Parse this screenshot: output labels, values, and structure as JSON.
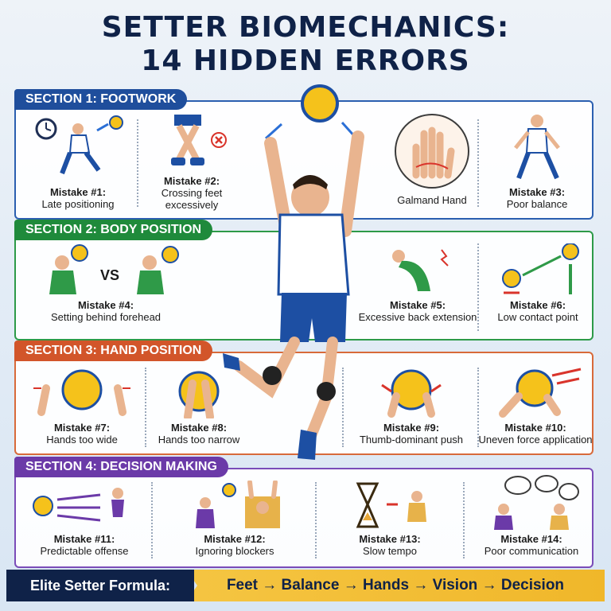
{
  "title": {
    "line1": "SETTER BIOMECHANICS:",
    "line2": "14 HIDDEN ERRORS"
  },
  "sections": [
    {
      "label": "SECTION 1: FOOTWORK",
      "color": "#1f4e9c"
    },
    {
      "label": "SECTION 2: BODY POSITION",
      "color": "#1f8a3b"
    },
    {
      "label": "SECTION 3: HAND POSITION",
      "color": "#d2552a"
    },
    {
      "label": "SECTION 4: DECISION MAKING",
      "color": "#6b3aa8"
    }
  ],
  "mistakes": [
    {
      "title": "Mistake #1:",
      "desc": "Late positioning"
    },
    {
      "title": "Mistake #2:",
      "desc": "Crossing feet excessively"
    },
    {
      "title": "Mistake #3:",
      "desc": "Poor balance"
    },
    {
      "title": "Mistake #4:",
      "desc": "Setting behind forehead"
    },
    {
      "title": "Mistake #5:",
      "desc": "Excessive back extension"
    },
    {
      "title": "Mistake #6:",
      "desc": "Low contact point"
    },
    {
      "title": "Mistake #7:",
      "desc": "Hands too wide"
    },
    {
      "title": "Mistake #8:",
      "desc": "Hands too narrow"
    },
    {
      "title": "Mistake #9:",
      "desc": "Thumb-dominant push"
    },
    {
      "title": "Mistake #10:",
      "desc": "Uneven force application"
    },
    {
      "title": "Mistake #11:",
      "desc": "Predictable offense"
    },
    {
      "title": "Mistake #12:",
      "desc": "Ignoring blockers"
    },
    {
      "title": "Mistake #13:",
      "desc": "Slow tempo"
    },
    {
      "title": "Mistake #14:",
      "desc": "Poor communication"
    }
  ],
  "labels": {
    "galmand_hand": "Galmand Hand",
    "vs": "VS"
  },
  "formula": {
    "lead": "Elite Setter Formula:",
    "chain": "Feet → Balance → Hands → Vision → Decision"
  },
  "colors": {
    "navy": "#0f2248",
    "ball_yellow": "#f5c21b",
    "ball_blue": "#1d4fa3",
    "gold": "#f0b72a"
  }
}
